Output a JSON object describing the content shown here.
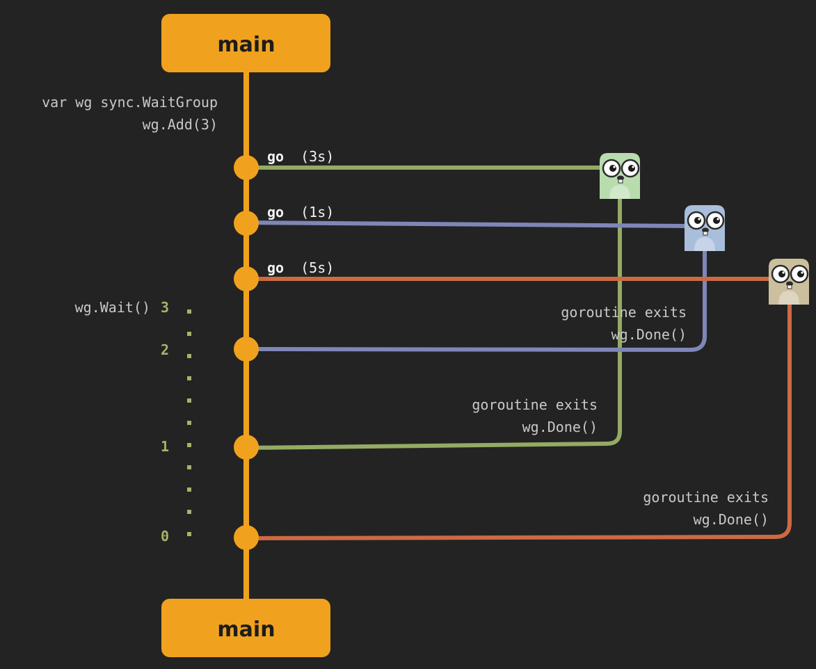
{
  "main_top": {
    "label": "main"
  },
  "main_bottom": {
    "label": "main"
  },
  "declaration": {
    "line1": "var wg sync.WaitGroup",
    "line2": "wg.Add(3)"
  },
  "goroutines": [
    {
      "keyword": "go",
      "arg": "(3s)",
      "color": "#94ab64",
      "gopher_color": "#b8dcae"
    },
    {
      "keyword": "go",
      "arg": "(1s)",
      "color": "#7f86b8",
      "gopher_color": "#a9bedb"
    },
    {
      "keyword": "go",
      "arg": "(5s)",
      "color": "#cc6a44",
      "gopher_color": "#cbbf9d"
    }
  ],
  "exits": [
    {
      "line1": "goroutine exits",
      "line2": "wg.Done()"
    },
    {
      "line1": "goroutine exits",
      "line2": "wg.Done()"
    },
    {
      "line1": "goroutine exits",
      "line2": "wg.Done()"
    }
  ],
  "wait": {
    "label": "wg.Wait()",
    "counts": [
      "3",
      "2",
      "1",
      "0"
    ]
  },
  "colors": {
    "background": "#232323",
    "main_orange": "#f0a21e",
    "counter_green": "#a4b46a"
  }
}
